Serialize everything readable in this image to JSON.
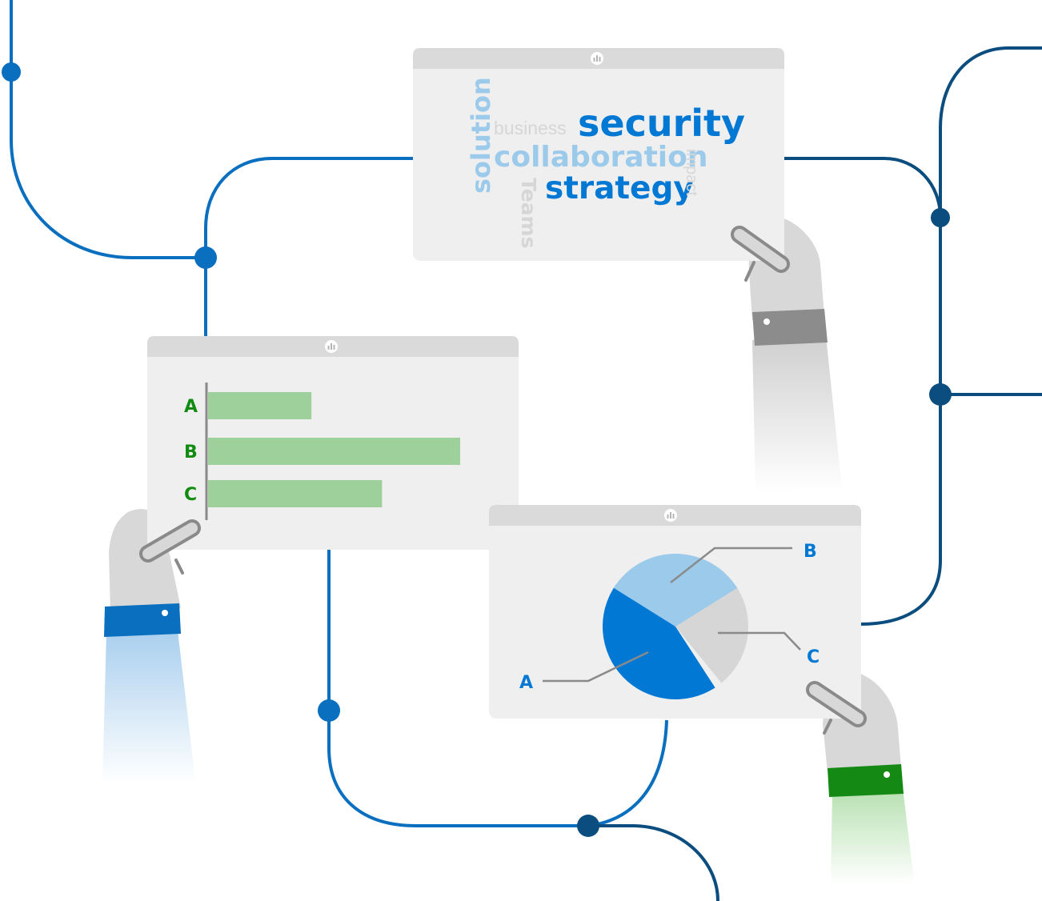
{
  "colors": {
    "line_blue": "#0a6fbf",
    "line_navy": "#0b4d7e",
    "accent_blue": "#0078d4",
    "light_blue": "#9ccaeb",
    "pale_grey_text": "#d6d6d6",
    "green_text": "#118c11",
    "green_bar": "#9dd09a",
    "panel": "#efefef",
    "panel_header": "#dadada",
    "hand": "#d8d8d8",
    "cuff_grey": "#8c8c8c",
    "cuff_blue": "#0a6fbf",
    "cuff_green": "#148a14"
  },
  "word_cloud": {
    "words": {
      "security": "security",
      "collaboration": "collaboration",
      "strategy": "strategy",
      "business": "business",
      "solution": "solution",
      "teams": "Teams",
      "impact": "impact"
    }
  },
  "bar_panel": {
    "labels": [
      "A",
      "B",
      "C"
    ]
  },
  "pie_panel": {
    "labels": {
      "a": "A",
      "b": "B",
      "c": "C"
    }
  },
  "icons": [
    "panel-logo-icon",
    "hand-icon",
    "connector-node-icon"
  ],
  "chart_data": [
    {
      "type": "bar",
      "orientation": "horizontal",
      "categories": [
        "A",
        "B",
        "C"
      ],
      "values": [
        0.41,
        1.0,
        0.69
      ],
      "title": "",
      "xlabel": "",
      "ylabel": ""
    },
    {
      "type": "pie",
      "categories": [
        "A",
        "B",
        "C"
      ],
      "values": [
        0.44,
        0.33,
        0.23
      ],
      "title": ""
    }
  ]
}
